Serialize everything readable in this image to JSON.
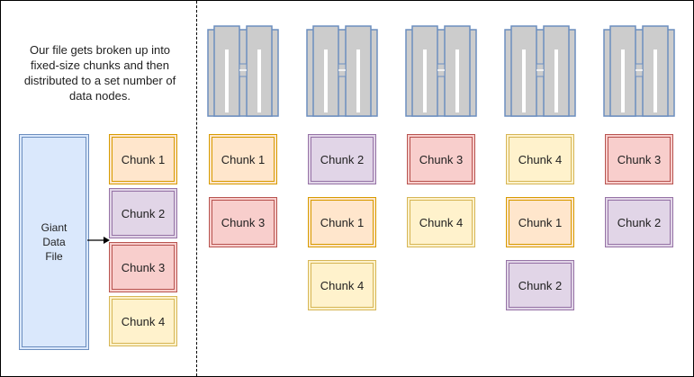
{
  "caption": "Our file gets broken up into fixed-size chunks and then distributed to a set number of data nodes.",
  "file_label": "Giant Data File",
  "colors": {
    "chunk1_fill": "#ffe6cc",
    "chunk1_stroke": "#d79b00",
    "chunk2_fill": "#e1d5e7",
    "chunk2_stroke": "#9673a6",
    "chunk3_fill": "#f8cecc",
    "chunk3_stroke": "#b85450",
    "chunk4_fill": "#fff2cc",
    "chunk4_stroke": "#d6b656",
    "file_fill": "#dae8fc",
    "file_stroke": "#6c8ebf",
    "server_fill": "#cccccc",
    "server_stroke": "#6c8ebf"
  },
  "icons": {
    "data_node": "server-icon"
  },
  "file_chunks": [
    "Chunk 1",
    "Chunk 2",
    "Chunk 3",
    "Chunk 4"
  ],
  "nodes": [
    {
      "chunks": [
        "Chunk 1",
        "Chunk 3"
      ]
    },
    {
      "chunks": [
        "Chunk 2",
        "Chunk 1",
        "Chunk 4"
      ]
    },
    {
      "chunks": [
        "Chunk 3",
        "Chunk 4"
      ]
    },
    {
      "chunks": [
        "Chunk 4",
        "Chunk 1",
        "Chunk 2"
      ]
    },
    {
      "chunks": [
        "Chunk 3",
        "Chunk 2"
      ]
    }
  ]
}
